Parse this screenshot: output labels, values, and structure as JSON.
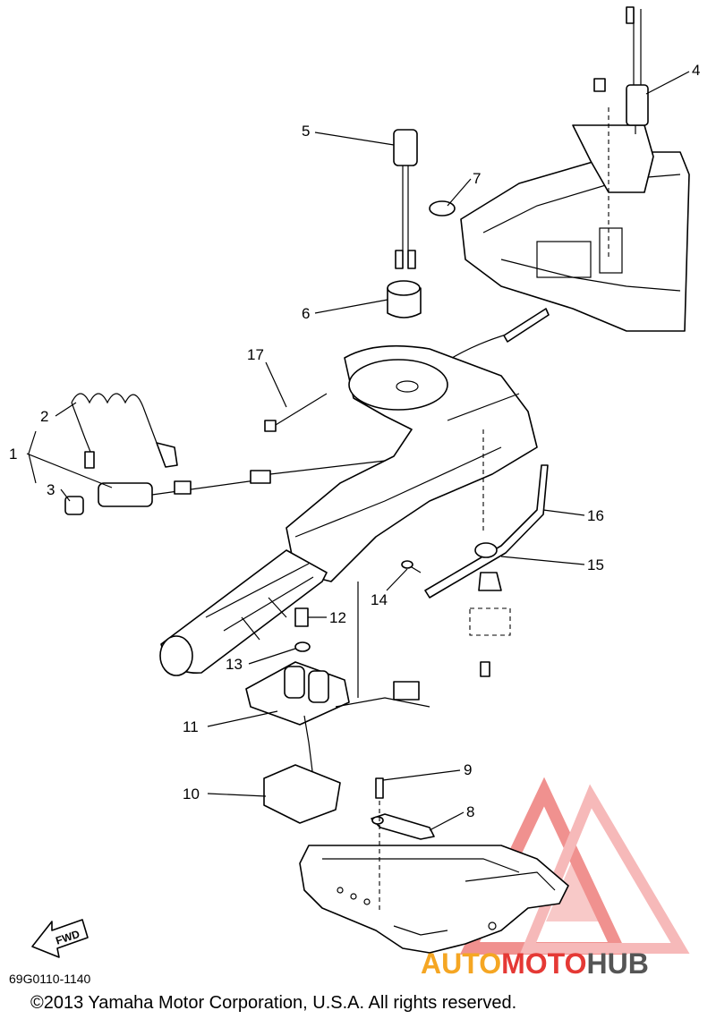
{
  "callouts": [
    {
      "id": "1",
      "label": "1"
    },
    {
      "id": "2",
      "label": "2"
    },
    {
      "id": "3",
      "label": "3"
    },
    {
      "id": "4",
      "label": "4"
    },
    {
      "id": "5",
      "label": "5"
    },
    {
      "id": "6",
      "label": "6"
    },
    {
      "id": "7",
      "label": "7"
    },
    {
      "id": "8",
      "label": "8"
    },
    {
      "id": "9",
      "label": "9"
    },
    {
      "id": "10",
      "label": "10"
    },
    {
      "id": "11",
      "label": "11"
    },
    {
      "id": "12",
      "label": "12"
    },
    {
      "id": "13",
      "label": "13"
    },
    {
      "id": "14",
      "label": "14"
    },
    {
      "id": "15",
      "label": "15"
    },
    {
      "id": "16",
      "label": "16"
    },
    {
      "id": "17",
      "label": "17"
    }
  ],
  "fwd_label": "FWD",
  "diagram_code": "69G0110-1140",
  "copyright": "©2013 Yamaha Motor Corporation, U.S.A. All rights reserved.",
  "watermark": {
    "part1": "AUTO",
    "part2": "MOTO",
    "part3": "HUB",
    "color_orange": "#f5a623",
    "color_red": "#e53935",
    "color_gray": "#555555"
  }
}
